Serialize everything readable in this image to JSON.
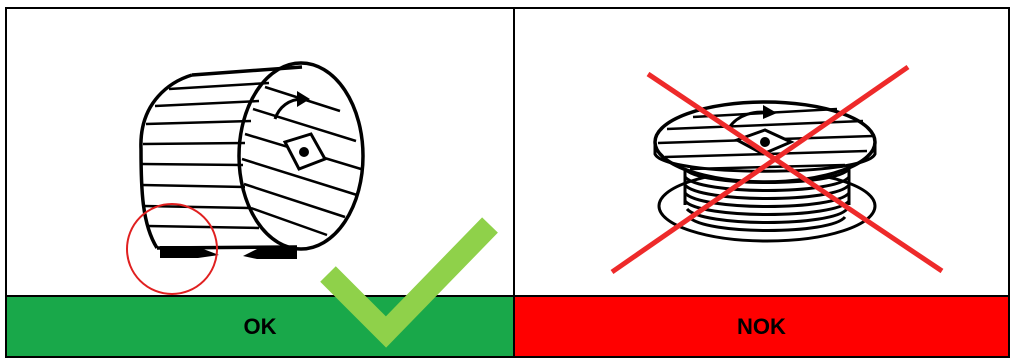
{
  "labels": {
    "ok": "OK",
    "nok": "NOK"
  },
  "colors": {
    "ok_background": "#19a84a",
    "nok_background": "#ff0000",
    "check_mark": "#8fd14a",
    "cross_mark": "#ee2a2a",
    "highlight_circle": "#e02020"
  },
  "icons": {
    "ok_illustration": "cable-drum-upright-on-chocks",
    "nok_illustration": "cable-drum-lying-flat",
    "check": "check-mark-icon",
    "cross": "cross-mark-icon",
    "highlight": "highlight-circle"
  }
}
